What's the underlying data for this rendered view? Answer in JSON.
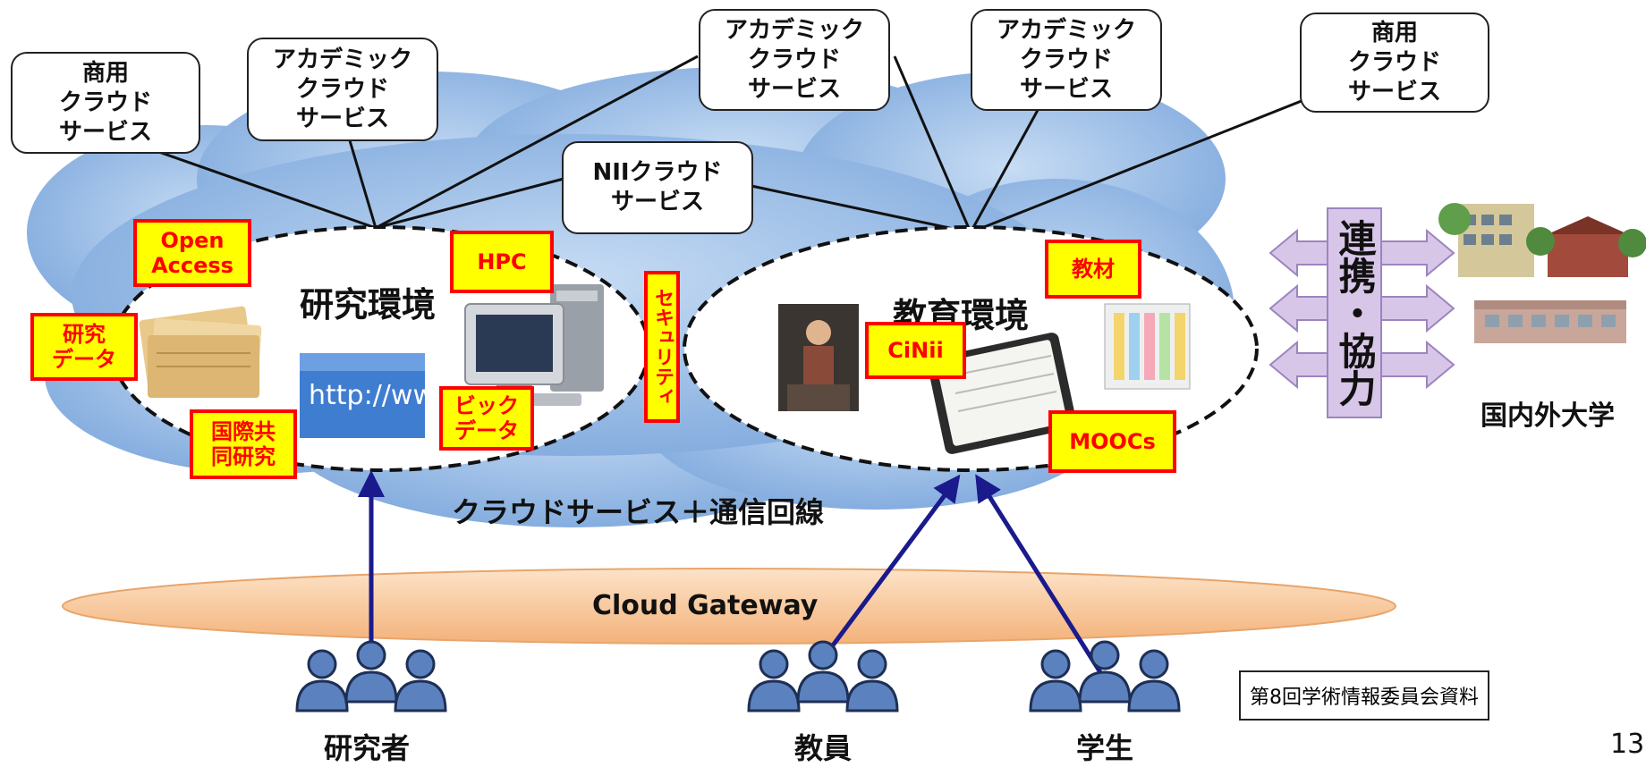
{
  "service_boxes": [
    {
      "text": "商用\nクラウド\nサービス"
    },
    {
      "text": "アカデミック\nクラウド\nサービス"
    },
    {
      "text": "アカデミック\nクラウド\nサービス"
    },
    {
      "text": "アカデミック\nクラウド\nサービス"
    },
    {
      "text": "商用\nクラウド\nサービス"
    },
    {
      "text": "NIIクラウド\nサービス"
    }
  ],
  "environments": {
    "research": "研究環境",
    "education": "教育環境"
  },
  "research_tags": {
    "open_access": "Open\nAccess",
    "hpc": "HPC",
    "research_data": "研究\nデータ",
    "intl_research": "国際共\n同研究",
    "big_data": "ビック\nデータ"
  },
  "education_tags": {
    "materials": "教材",
    "cinii": "CiNii",
    "moocs": "MOOCs"
  },
  "security_label": "セキュリティ",
  "http_text": "http://www",
  "cloud_label": "クラウドサービス＋通信回線",
  "gateway_label": "Cloud Gateway",
  "cooperation_label": "連携・協力",
  "universities_label": "国内外大学",
  "users": {
    "researchers": "研究者",
    "faculty": "教員",
    "students": "学生"
  },
  "source_note": "第8回学術情報委員会資料",
  "page_number": "13",
  "colors": {
    "cloud": "#9dc1e8",
    "cloud_edge": "#6f9fd6",
    "gateway": "#f8c79b",
    "arrow": "#1a1a8c",
    "tag_fill": "#ffff00",
    "tag_border": "#ff0000",
    "people": "#5b82bf"
  }
}
